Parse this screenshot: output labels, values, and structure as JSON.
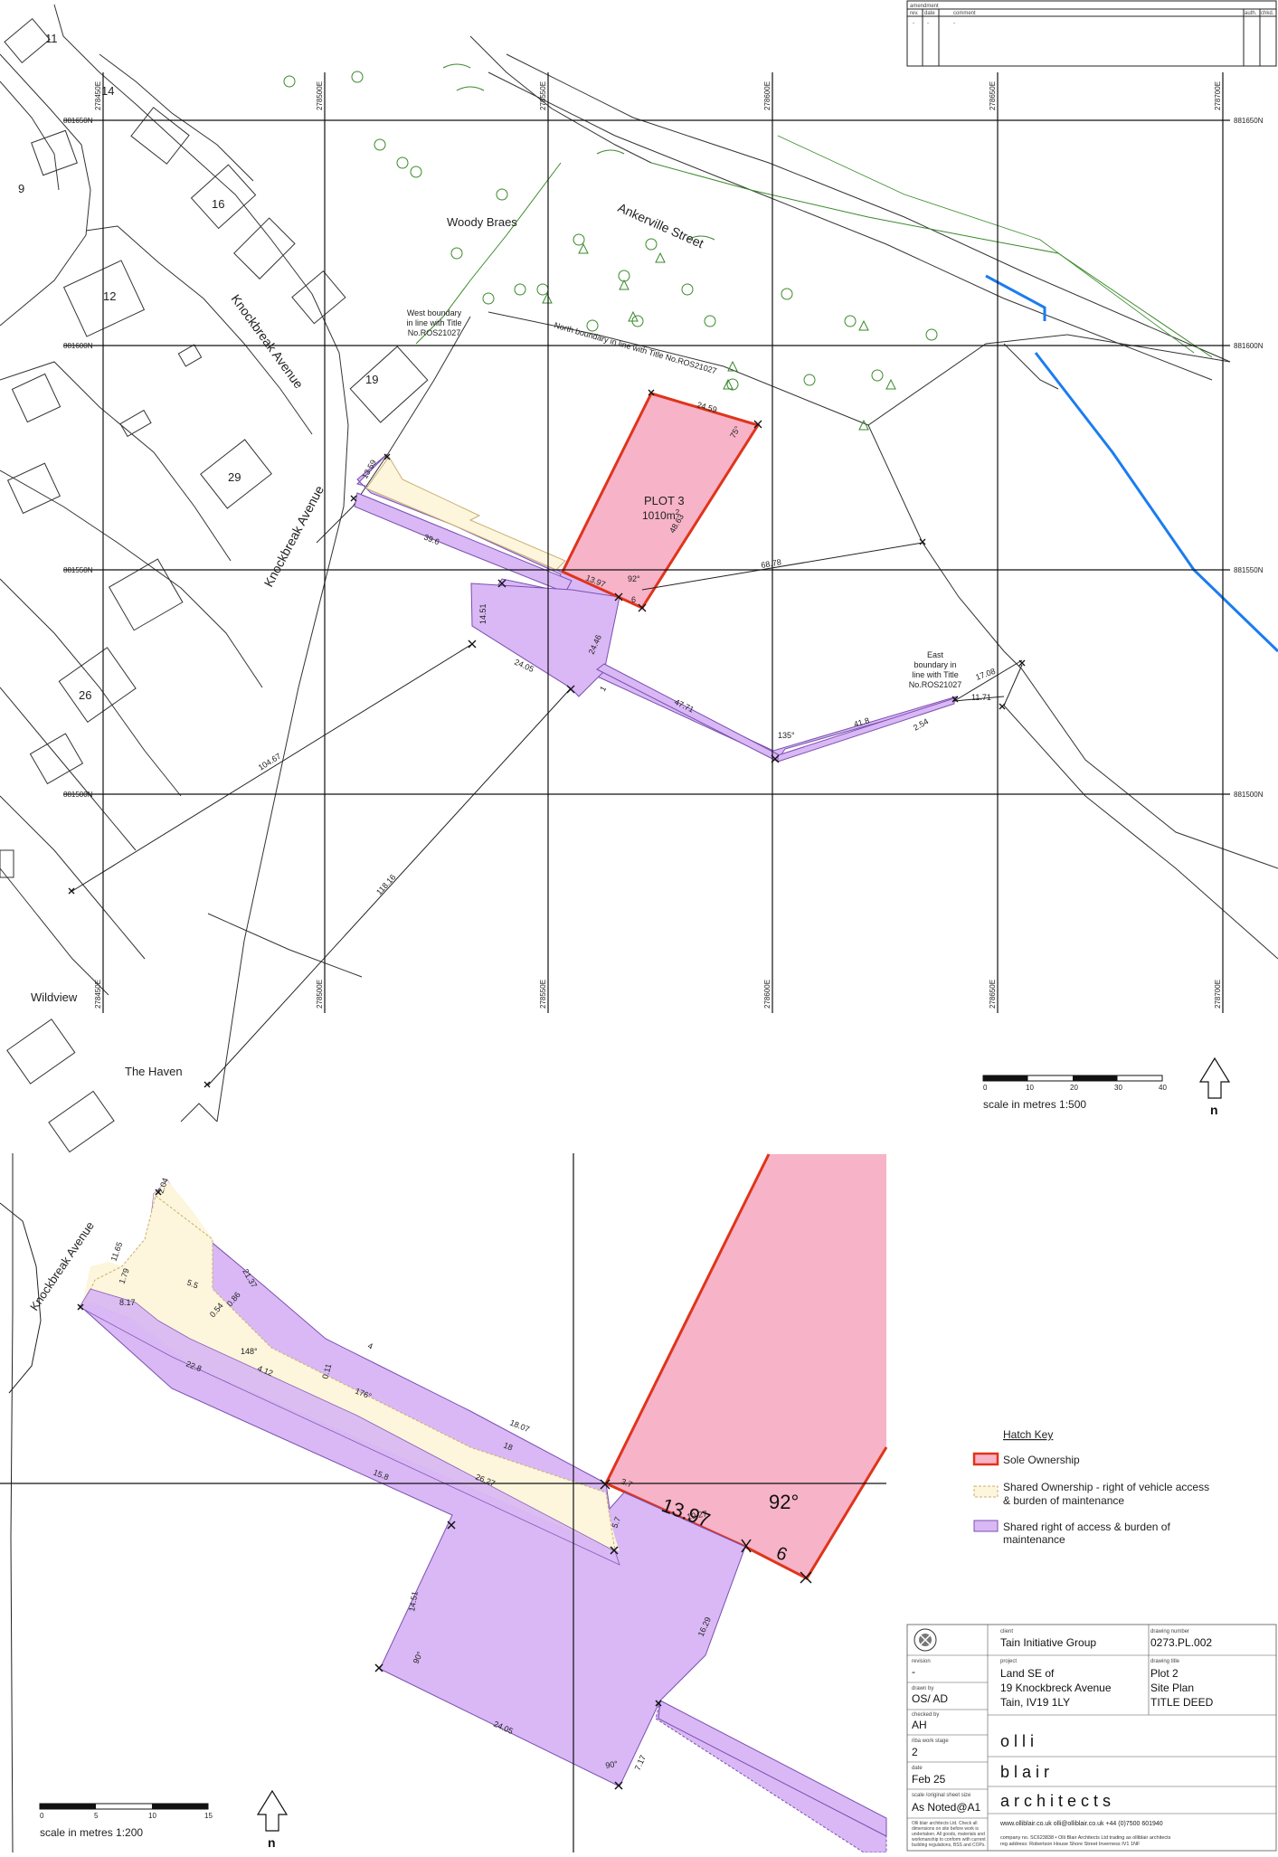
{
  "amendment": {
    "title": "amendment",
    "cols": [
      "rev.",
      "date",
      "comment",
      "auth.",
      "chkd."
    ],
    "row": [
      "-",
      "-",
      "-",
      "",
      ""
    ]
  },
  "plan": {
    "grid_e": [
      "278450E",
      "278500E",
      "278550E",
      "278600E",
      "278650E",
      "278700E"
    ],
    "grid_n": [
      "881650N",
      "881600N",
      "881550N",
      "881500N"
    ],
    "plot": {
      "name": "PLOT 3",
      "area": "1010m",
      "sup": "2"
    },
    "places": {
      "woody": "Woody Braes",
      "wildview": "Wildview",
      "haven": "The Haven"
    },
    "streets": {
      "ankerville": "Ankerville Street",
      "knock1": "Knockbreak Avenue",
      "knock2": "Knockbreak Avenue"
    },
    "houses": [
      "11",
      "14",
      "9",
      "16",
      "12",
      "19",
      "29",
      "26"
    ],
    "notes": {
      "west": [
        "West boundary",
        "in line with Title",
        "No.ROS21027"
      ],
      "north": "North boundary in line with Title No.ROS21027",
      "east": [
        "East",
        "boundary in",
        "line with Title",
        "No.ROS21027"
      ]
    },
    "dims": {
      "d1": "24.59",
      "d2": "75°",
      "d3": "48.63",
      "d4": "13.59",
      "d5": "39.6",
      "d6": "13.97",
      "d7": "92°",
      "d8": "6",
      "d9": "68.78",
      "d10": "14.51",
      "d11": "24.46",
      "d12": "24.05",
      "d13": "47.71",
      "d14": "135°",
      "d15": "41.8",
      "d16": "2.54",
      "d17": "17.08",
      "d18": "11.71",
      "d19": "104.67",
      "d20": "118.16",
      "d21": "1"
    },
    "scale": {
      "ticks": [
        "0",
        "10",
        "20",
        "30",
        "40"
      ],
      "caption": "scale in metres   1:500"
    },
    "north": "n"
  },
  "detail": {
    "dims": {
      "a1": "13.97",
      "a2": "92°",
      "a3": "6",
      "a4": "11.65",
      "a5": "1.79",
      "a6": "8.17",
      "a7": "22.8",
      "a8": "5.5",
      "a9": "21.37",
      "a10": "0.54",
      "a11": "0.86",
      "a12": "4.12",
      "a13": "4",
      "a14": "0.11",
      "a15": "18.07",
      "a16": "18",
      "a17": "26.27",
      "a18": "15.8",
      "a19": "14.51",
      "a20": "24.05",
      "a21": "7.17",
      "a22": "16.29",
      "a23": "3.7",
      "a24": "5.7",
      "a25": "10.27",
      "a26": "90°",
      "a27": "176°",
      "a28": "148°",
      "a29": "2.04",
      "a30": "90°"
    },
    "street": "Knockbreak Avenue",
    "scale": {
      "ticks": [
        "0",
        "5",
        "10",
        "15"
      ],
      "caption": "scale in metres   1:200"
    },
    "north": "n"
  },
  "key": {
    "title": "Hatch Key",
    "items": [
      {
        "label": "Sole Ownership",
        "fill": "#f7b3c8",
        "stroke": "#e0341a"
      },
      {
        "label1": "Shared Ownership - right of vehicle access",
        "label2": "& burden of maintenance",
        "fill": "#fdf5dc",
        "stroke": "#c8b070"
      },
      {
        "label1": "Shared right of access & burden of",
        "label2": "maintenance",
        "fill": "#d9b8f5",
        "stroke": "#7a4fb0"
      }
    ]
  },
  "titleblock": {
    "client_lbl": "client",
    "client": "Tain Initiative Group",
    "drawno_lbl": "drawing number",
    "drawno": "0273.PL.002",
    "revision_lbl": "revision",
    "revision": "-",
    "project_lbl": "project",
    "project": [
      "Land SE of",
      "19 Knockbreck Avenue",
      "Tain, IV19 1LY"
    ],
    "title_lbl": "drawing title",
    "title": [
      "Plot 2",
      "Site Plan",
      "TITLE DEED"
    ],
    "drawnby_lbl": "drawn by",
    "drawnby": "OS/ AD",
    "checked_lbl": "checked by",
    "checked": "AH",
    "stage_lbl": "riba work stage",
    "stage": "2",
    "date_lbl": "date",
    "date": "Feb 25",
    "scale_lbl": "scale /original sheet size",
    "scale": "As Noted@A1",
    "brand": [
      "o l l i",
      "b l a i r",
      "a r c h i t e c t s"
    ],
    "contact": "www.olliblair.co.uk      olli@olliblair.co.uk      +44 (0)7500 601940",
    "disclaimer": [
      "Olli blair architects Ltd. Check all",
      "dimensions on site before work is",
      "undertaken. All goods, materials and",
      "workmanship to conform with current",
      "building regulations, BSS and COPs."
    ],
    "company": [
      "company no. SC623838 • Olli Blair Architects Ltd trading as olliblair architects",
      "reg address: Robertson House Shore Street Inverness IV1 1NF"
    ]
  },
  "colors": {
    "plot": "#f7b3c8",
    "plot_edge": "#e0341a",
    "access": "#d9b8f5",
    "vehicle": "#fdf5dc",
    "water": "#1a7cf0",
    "trees": "#3a8a2a"
  }
}
